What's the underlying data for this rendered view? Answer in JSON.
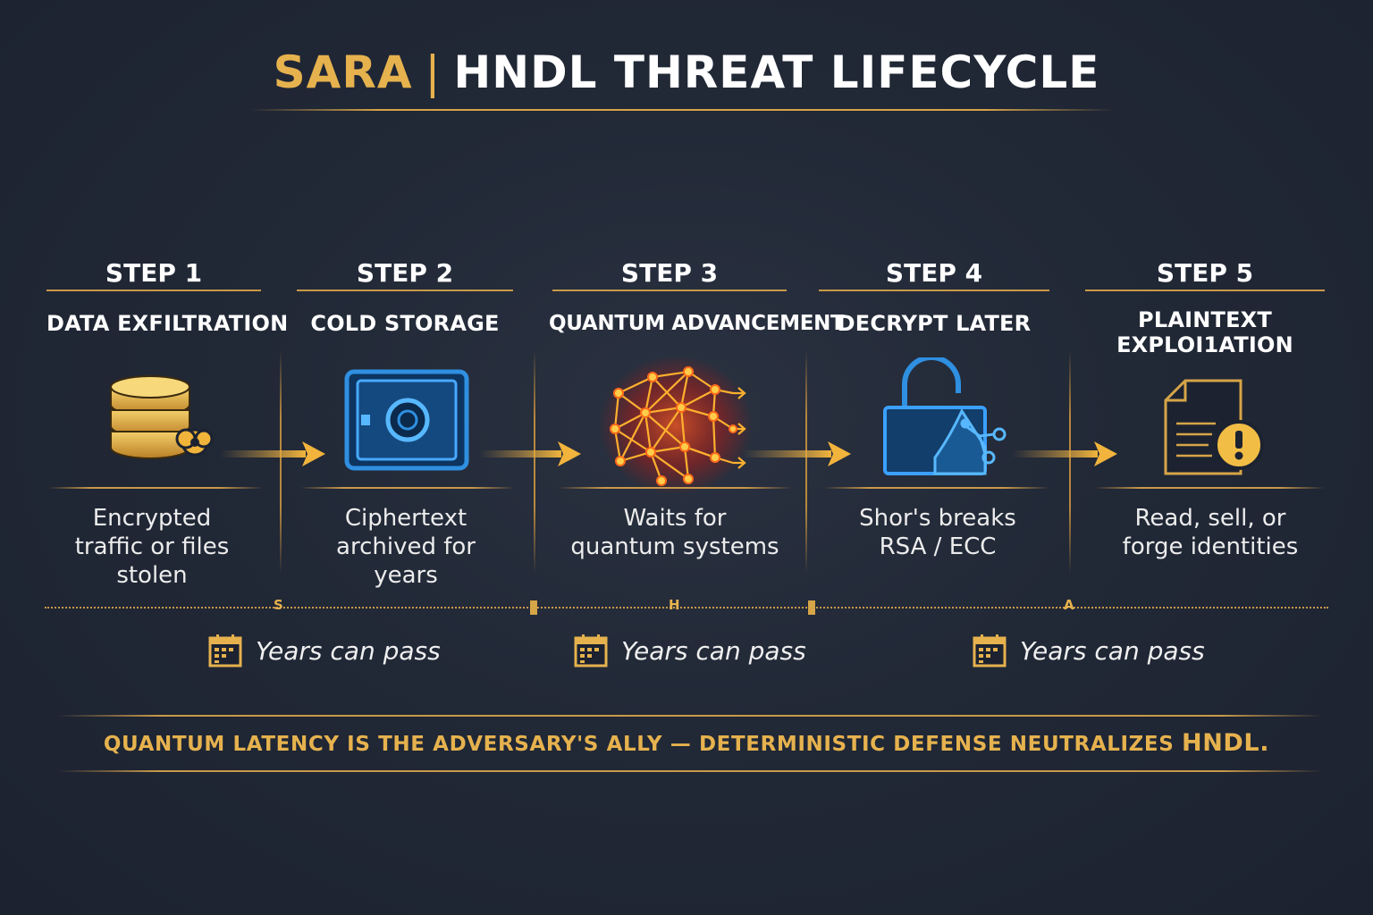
{
  "header": {
    "brand": "SARA",
    "separator": "|",
    "title": "HNDL THREAT LIFECYCLE"
  },
  "steps": [
    {
      "label": "STEP 1",
      "name": "DATA EXFILTRATION",
      "description": [
        "Encrypted",
        "traffic or files",
        "stolen"
      ],
      "icon": "database-icon"
    },
    {
      "label": "STEP 2",
      "name": "COLD STORAGE",
      "description": [
        "Ciphertext",
        "archived for",
        "years"
      ],
      "icon": "vault-icon"
    },
    {
      "label": "STEP 3",
      "name": "QUANTUM ADVANCEMENT",
      "description": [
        "Waits for",
        "quantum systems"
      ],
      "icon": "quantum-network-icon"
    },
    {
      "label": "STEP 4",
      "name": "DECRYPT LATER",
      "description": [
        "Shor's breaks",
        "RSA / ECC"
      ],
      "icon": "unlocked-padlock-icon"
    },
    {
      "label": "STEP 5",
      "name_lines": [
        "PLAINTEXT",
        "EXPLOI1ATION"
      ],
      "description": [
        "Read, sell, or",
        "forge identities"
      ],
      "icon": "document-alert-icon"
    }
  ],
  "timeline": {
    "letters": [
      "S",
      "H",
      "A"
    ],
    "years_label": "Years can pass"
  },
  "footer": {
    "tagline": "QUANTUM LATENCY IS THE ADVERSARY'S ALLY — DETERMINISTIC DEFENSE NEUTRALIZES ",
    "tagline_emphasis": "HNDL."
  },
  "colors": {
    "background": "#212836",
    "gold": "#e6b24e",
    "blue": "#2f8fe0",
    "quantum_red": "#e8321c"
  }
}
